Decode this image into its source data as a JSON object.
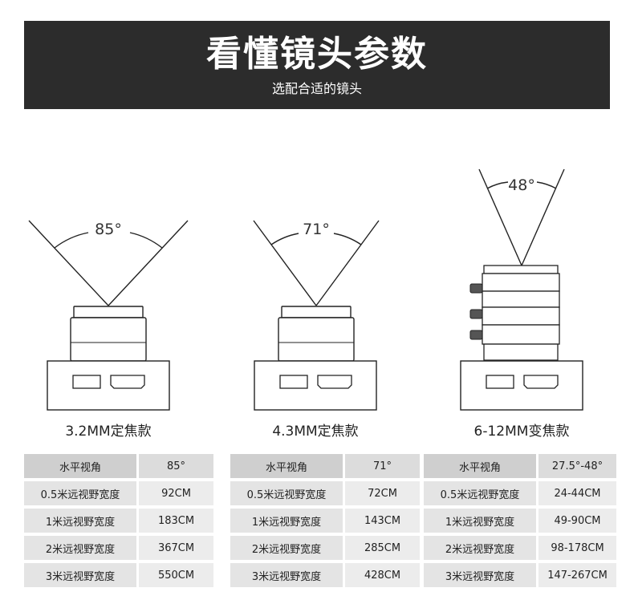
{
  "header": {
    "title": "看懂镜头参数",
    "subtitle": "选配合适的镜头"
  },
  "lenses": [
    {
      "name": "3.2MM定焦款",
      "angle": "85°",
      "rows": [
        {
          "label": "水平视角",
          "value": "85°"
        },
        {
          "label": "0.5米远视野宽度",
          "value": "92CM"
        },
        {
          "label": "1米远视野宽度",
          "value": "183CM"
        },
        {
          "label": "2米远视野宽度",
          "value": "367CM"
        },
        {
          "label": "3米远视野宽度",
          "value": "550CM"
        }
      ]
    },
    {
      "name": "4.3MM定焦款",
      "angle": "71°",
      "rows": [
        {
          "label": "水平视角",
          "value": "71°"
        },
        {
          "label": "0.5米远视野宽度",
          "value": "72CM"
        },
        {
          "label": "1米远视野宽度",
          "value": "143CM"
        },
        {
          "label": "2米远视野宽度",
          "value": "285CM"
        },
        {
          "label": "3米远视野宽度",
          "value": "428CM"
        }
      ]
    },
    {
      "name": "6-12MM变焦款",
      "angle": "48°",
      "rows": [
        {
          "label": "水平视角",
          "value": "27.5°-48°"
        },
        {
          "label": "0.5米远视野宽度",
          "value": "24-44CM"
        },
        {
          "label": "1米远视野宽度",
          "value": "49-90CM"
        },
        {
          "label": "2米远视野宽度",
          "value": "98-178CM"
        },
        {
          "label": "3米远视野宽度",
          "value": "147-267CM"
        }
      ]
    }
  ]
}
